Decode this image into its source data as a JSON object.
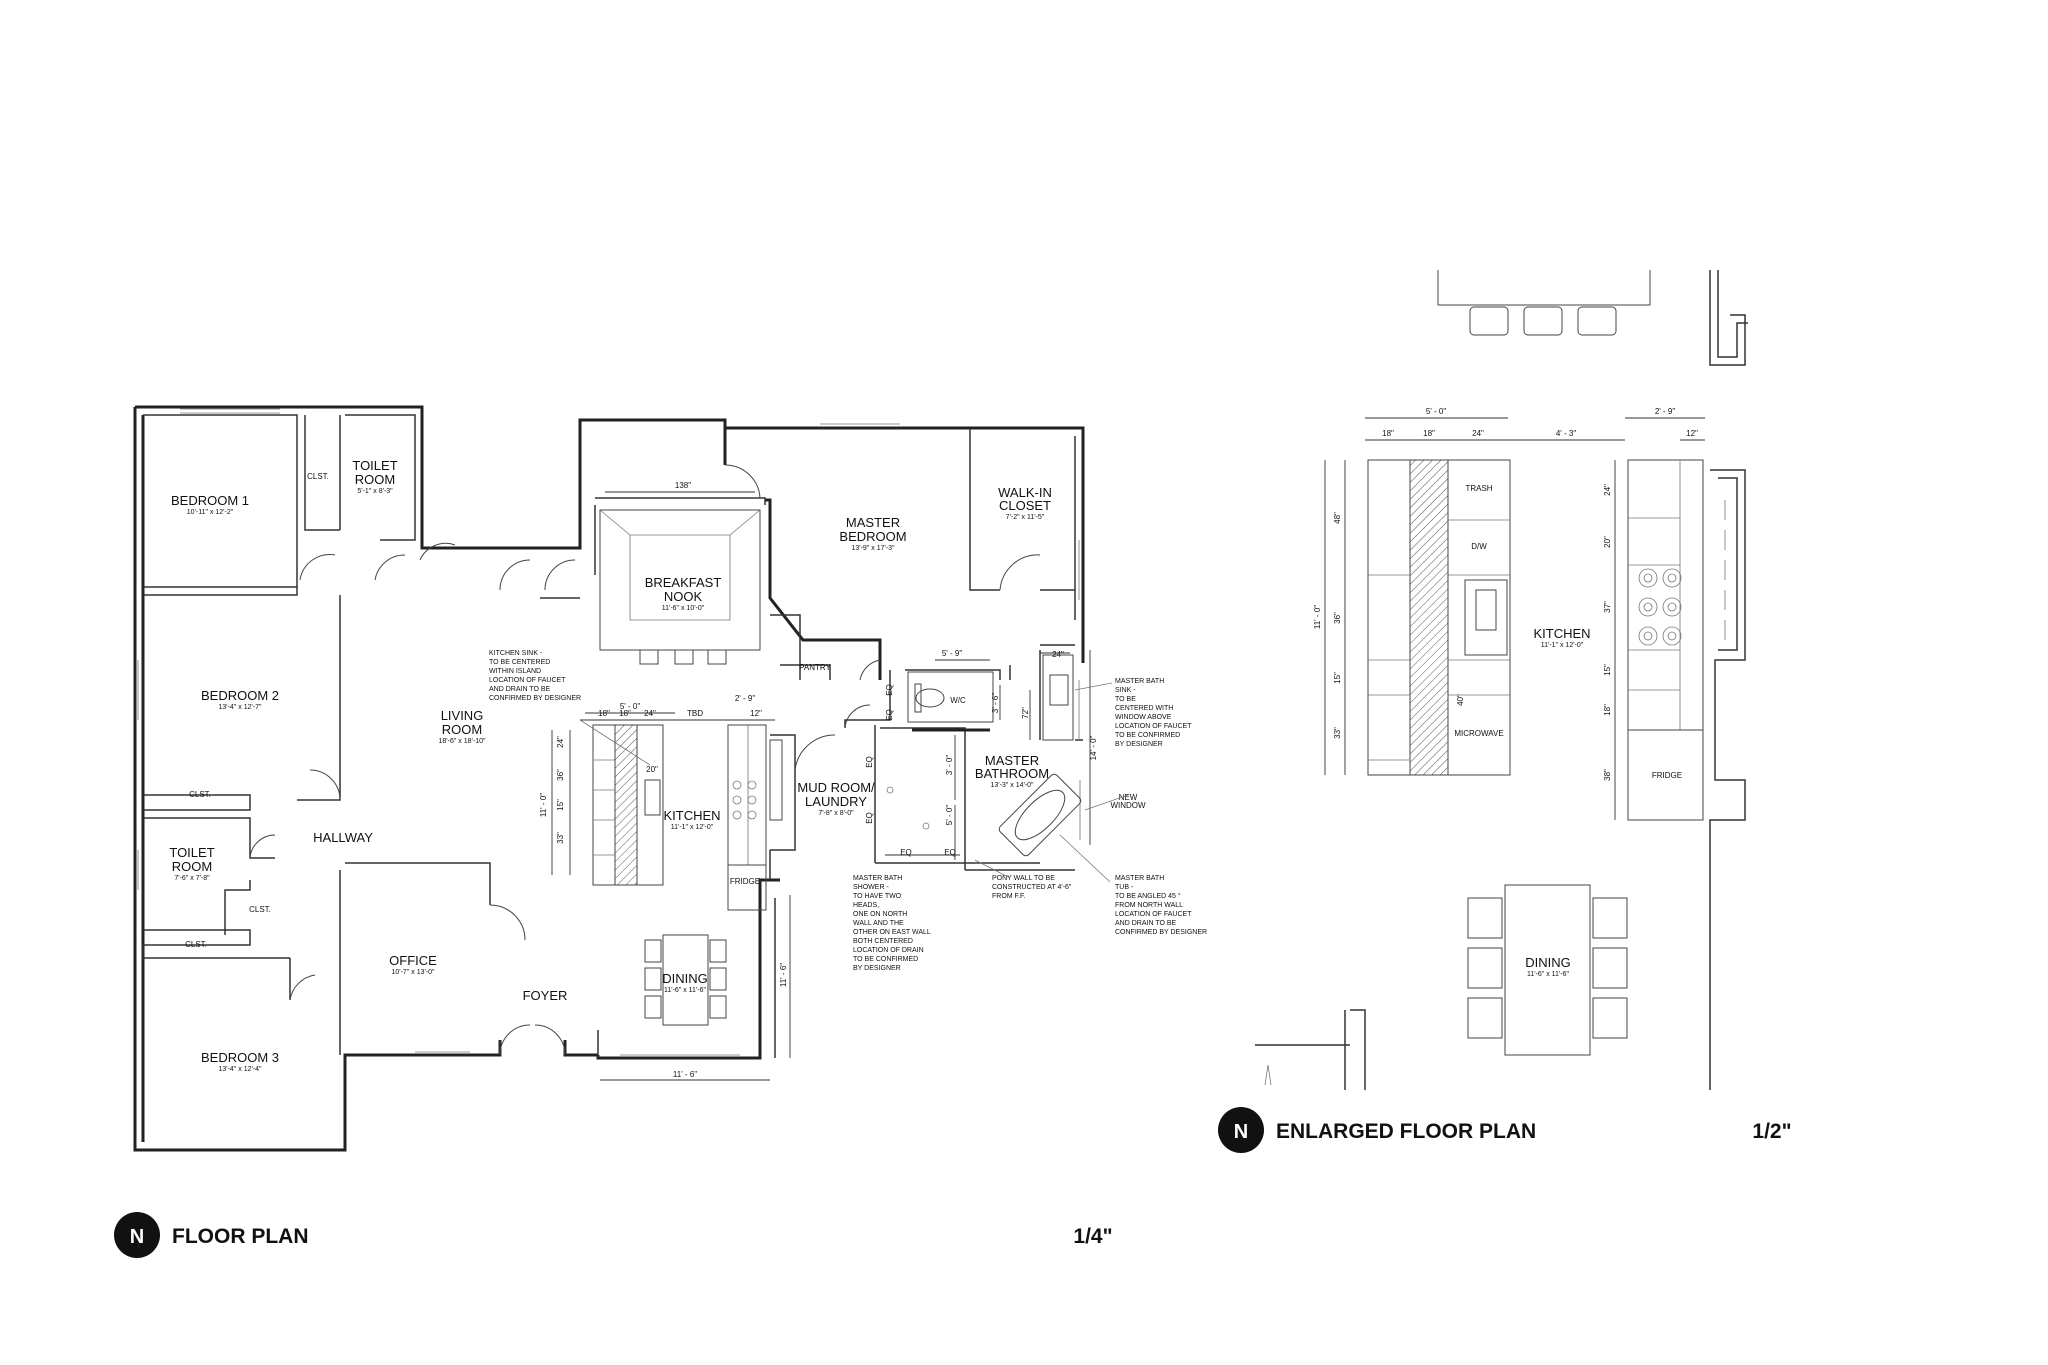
{
  "floor_plan": {
    "title": "FLOOR PLAN",
    "scale": "1/4\"",
    "north_letter": "N",
    "rooms": {
      "bedroom1": {
        "name": [
          "BEDROOM 1"
        ],
        "dim": "10'-11\" x 12'-2\""
      },
      "toilet1": {
        "name": [
          "TOILET",
          "ROOM"
        ],
        "dim": "5'-1\" x 8'-3\""
      },
      "bedroom2": {
        "name": [
          "BEDROOM 2"
        ],
        "dim": "13'-4\" x 12'-7\""
      },
      "toilet2": {
        "name": [
          "TOILET",
          "ROOM"
        ],
        "dim": "7'-6\" x 7'-8\""
      },
      "bedroom3": {
        "name": [
          "BEDROOM 3"
        ],
        "dim": "13'-4\" x 12'-4\""
      },
      "living": {
        "name": [
          "LIVING",
          "ROOM"
        ],
        "dim": "18'-6\" x 18'-10\""
      },
      "hallway": {
        "name": [
          "HALLWAY"
        ],
        "dim": ""
      },
      "office": {
        "name": [
          "OFFICE"
        ],
        "dim": "10'-7\" x 13'-0\""
      },
      "foyer": {
        "name": [
          "FOYER"
        ],
        "dim": ""
      },
      "nook": {
        "name": [
          "BREAKFAST",
          "NOOK"
        ],
        "dim": "11'-6\" x 10'-0\""
      },
      "master_bed": {
        "name": [
          "MASTER",
          "BEDROOM"
        ],
        "dim": "13'-9\" x 17'-3\""
      },
      "walkin": {
        "name": [
          "WALK-IN",
          "CLOSET"
        ],
        "dim": "7'-2\" x 11'-5\""
      },
      "kitchen": {
        "name": [
          "KITCHEN"
        ],
        "dim": "11'-1\" x 12'-0\""
      },
      "mudroom": {
        "name": [
          "MUD ROOM/",
          "LAUNDRY"
        ],
        "dim": "7'-8\" x 8'-0\""
      },
      "master_bath": {
        "name": [
          "MASTER",
          "BATHROOM"
        ],
        "dim": "13'-3\" x 14'-0\""
      },
      "dining": {
        "name": [
          "DINING"
        ],
        "dim": "11'-6\" x 11'-6\""
      }
    },
    "small_labels": {
      "clst": "CLST.",
      "pantry": "PANTRY",
      "wc": "W/C",
      "fridge": "FRIDGE",
      "new_window": [
        "NEW",
        "WINDOW"
      ],
      "eq": "EQ"
    },
    "dims": {
      "nook_w": "138\"",
      "k_total": "5' - 0\"",
      "k_18a": "18\"",
      "k_18b": "18\"",
      "k_24": "24\"",
      "k_tbd": "TBD",
      "k_29": "2' - 9\"",
      "k_12": "12\"",
      "k_left": "11' - 0\"",
      "k_v24": "24\"",
      "k_v36": "36\"",
      "k_v15": "15\"",
      "k_v33": "33\"",
      "k_20": "20\"",
      "wc_59": "5' - 9\"",
      "bath_24": "24\"",
      "bath_36": "3' - 6\"",
      "bath_72": "72\"",
      "bath_30": "3' - 0\"",
      "bath_50": "5' - 0\"",
      "bath_140": "14' - 0\"",
      "dining_right": "11' - 6\"",
      "dining_bottom": "11' - 6\""
    },
    "notes": {
      "kitchen_sink": [
        "KITCHEN SINK -",
        "",
        "TO BE CENTERED",
        "WITHIN ISLAND",
        "",
        "LOCATION OF FAUCET",
        "AND DRAIN TO BE",
        "CONFIRMED BY DESIGNER"
      ],
      "bath_sink": [
        "MASTER BATH",
        "SINK -",
        "",
        "TO BE",
        "CENTERED WITH",
        "WINDOW ABOVE",
        "",
        "LOCATION OF FAUCET",
        "TO BE CONFIRMED",
        "BY DESIGNER"
      ],
      "shower": [
        "MASTER BATH",
        "SHOWER -",
        "",
        "TO HAVE TWO",
        "HEADS,",
        "ONE ON NORTH",
        "WALL AND THE",
        "OTHER ON EAST WALL",
        "BOTH CENTERED",
        "",
        "LOCATION OF DRAIN",
        "TO BE CONFIRMED",
        "BY DESIGNER"
      ],
      "pony": [
        "PONY WALL TO BE",
        "CONSTRUCTED AT 4'-6\"",
        "FROM F.F."
      ],
      "tub": [
        "MASTER BATH",
        "TUB -",
        "",
        "TO BE ANGLED 45 °",
        "FROM NORTH WALL",
        "",
        "LOCATION OF FAUCET",
        "AND DRAIN TO BE",
        "CONFIRMED BY DESIGNER"
      ]
    }
  },
  "enlarged_plan": {
    "title": "ENLARGED FLOOR PLAN",
    "scale": "1/2\"",
    "north_letter": "N",
    "rooms": {
      "kitchen": {
        "name": [
          "KITCHEN"
        ],
        "dim": "11'-1\" x 12'-0\""
      },
      "dining": {
        "name": [
          "DINING"
        ],
        "dim": "11'-6\" x 11'-6\""
      }
    },
    "labels": {
      "trash": "TRASH",
      "dw": "D/W",
      "microwave": "MICROWAVE",
      "fridge": "FRIDGE"
    },
    "dims": {
      "top_50": "5' - 0\"",
      "top_18a": "18\"",
      "top_18b": "18\"",
      "top_24": "24\"",
      "top_43": "4' - 3\"",
      "top_29": "2' - 9\"",
      "top_12": "12\"",
      "left_110": "11' - 0\"",
      "left_48": "48\"",
      "left_36": "36\"",
      "left_15": "15\"",
      "left_33": "33\"",
      "right_24": "24\"",
      "right_20": "20\"",
      "right_37": "37\"",
      "right_15": "15\"",
      "right_18": "18\"",
      "right_38": "38\"",
      "island_40": "40\""
    }
  }
}
